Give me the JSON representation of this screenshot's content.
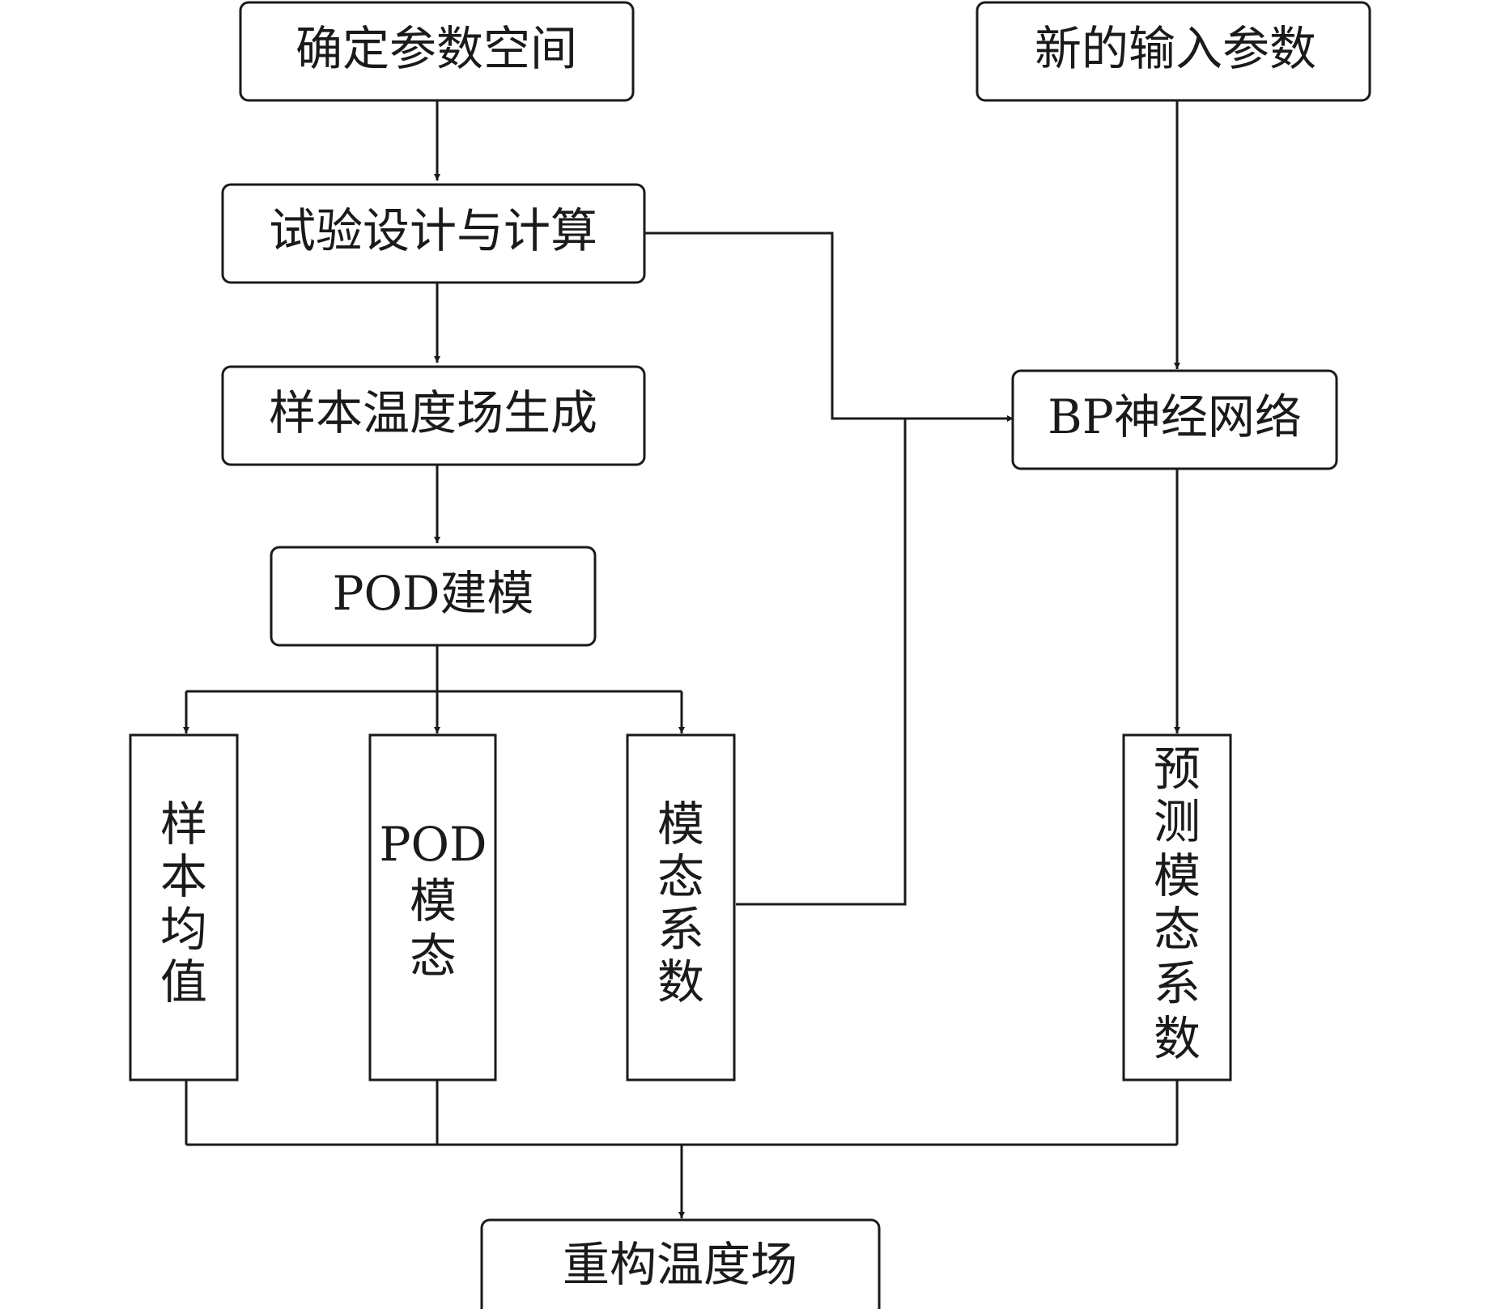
{
  "nodes": {
    "define_space": "确定参数空间",
    "doe_compute": "试验设计与计算",
    "sample_field": "样本温度场生成",
    "pod_model": "POD建模",
    "new_input": "新的输入参数",
    "bp_network": "BP神经网络",
    "sample_mean": [
      "样",
      "本",
      "均",
      "值"
    ],
    "pod_modes": [
      "POD",
      "模",
      "态"
    ],
    "modal_coeff": [
      "模",
      "态",
      "系",
      "数"
    ],
    "predicted_coeff": [
      "预",
      "测",
      "模",
      "态",
      "系",
      "数"
    ],
    "reconstructed_field": "重构温度场"
  }
}
